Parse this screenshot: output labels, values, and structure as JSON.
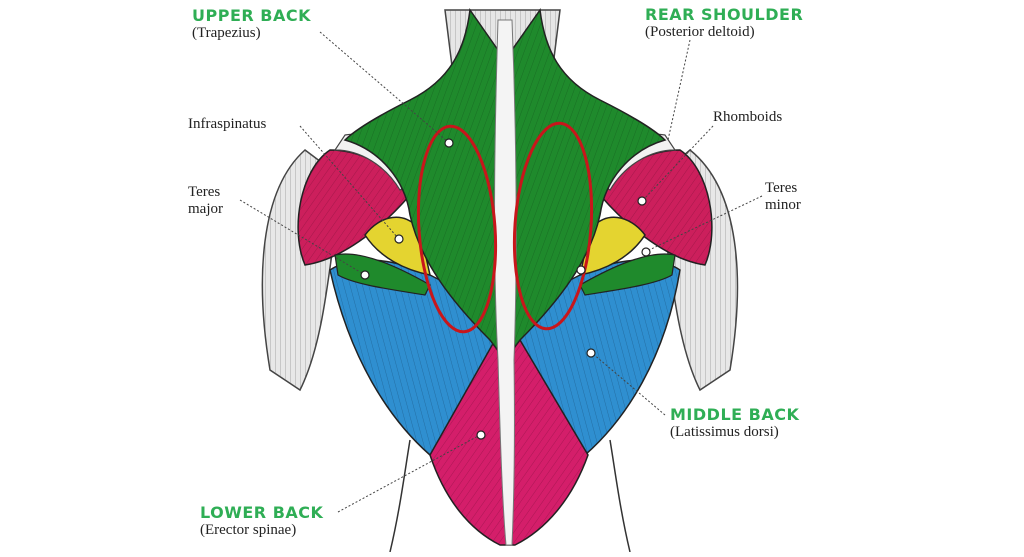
{
  "colors": {
    "title_green": "#2fae55",
    "trapezius": "#1f8a2c",
    "latissimus": "#2f8fd0",
    "erector": "#d41e6a",
    "rear_deltoid": "#cc1f5c",
    "teres": "#e4d430",
    "highlight_ellipse": "#c8161b"
  },
  "labels": {
    "upper_back": {
      "title": "UPPER BACK",
      "subtitle": "(Trapezius)"
    },
    "rear_shoulder": {
      "title": "REAR SHOULDER",
      "subtitle": "(Posterior deltoid)"
    },
    "infraspinatus": "Infraspinatus",
    "rhomboids": "Rhomboids",
    "teres_major": {
      "line1": "Teres",
      "line2": "major"
    },
    "teres_minor": {
      "line1": "Teres",
      "line2": "minor"
    },
    "middle_back": {
      "title": "MIDDLE BACK",
      "subtitle": "(Latissimus dorsi)"
    },
    "lower_back": {
      "title": "LOWER BACK",
      "subtitle": "(Erector spinae)"
    }
  }
}
